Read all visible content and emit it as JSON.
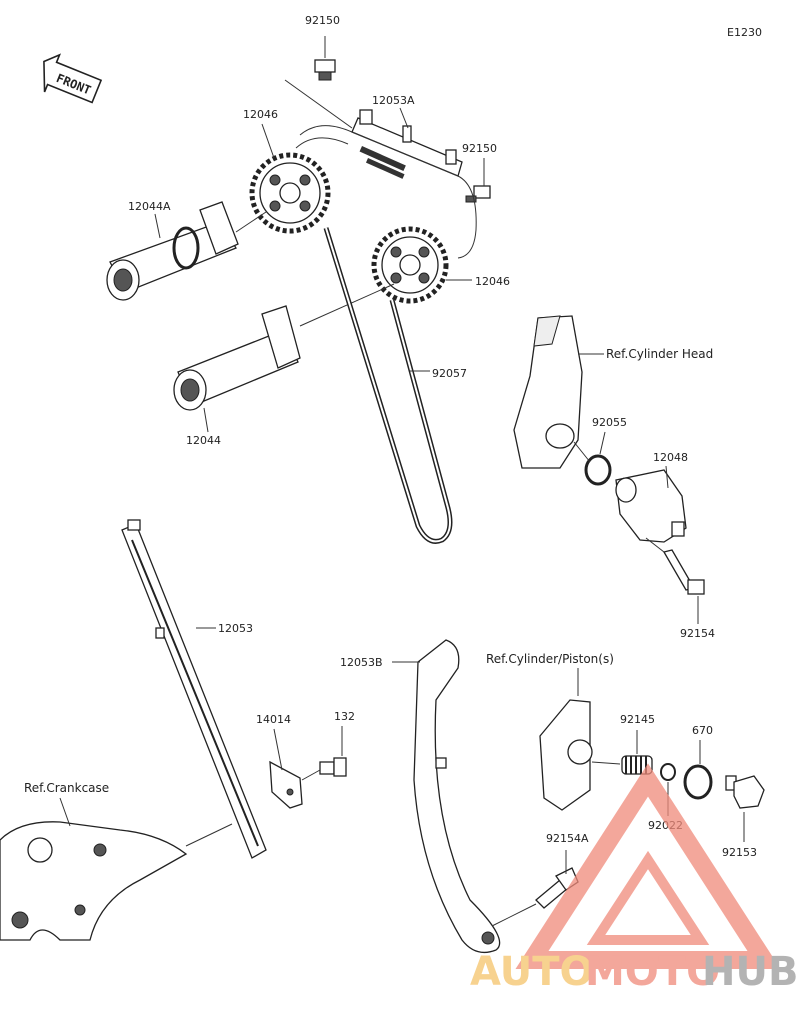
{
  "diagram_code": "E1230",
  "front_label": "FRONT",
  "parts": {
    "bolt_top": "92150",
    "guide_top": "12053A",
    "bolt_right": "92150",
    "sprocket_left": "12046",
    "sprocket_right": "12046",
    "camshaft_exhaust": "12044A",
    "camshaft_intake": "12044",
    "cam_chain": "92057",
    "cyl_head_ref": "Ref.Cylinder Head",
    "oring_tensioner": "92055",
    "tensioner": "12048",
    "bolt_tensioner": "92154",
    "guide_front": "12053",
    "guide_rear": "12053B",
    "cyl_piston_ref": "Ref.Cylinder/Piston(s)",
    "plate": "14014",
    "bolt_132": "132",
    "crankcase_ref": "Ref.Crankcase",
    "spring": "92145",
    "washer": "92022",
    "oring_plug": "670",
    "plug": "92153",
    "bolt_guide": "92154A"
  },
  "watermark": {
    "auto": "AUTO",
    "moto": "MOTO",
    "hub": "HUB",
    "color_primary": "#f08a7a",
    "color_accent": "#f5c36a",
    "color_dark": "#9a9a9a"
  }
}
